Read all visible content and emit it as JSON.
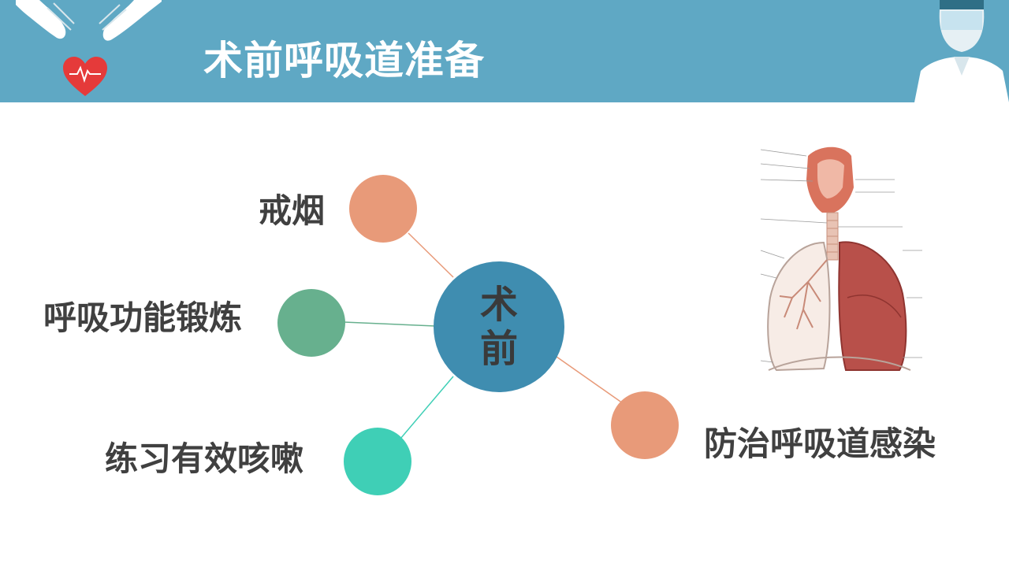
{
  "title": "术前呼吸道准备",
  "center": {
    "chars": [
      "术",
      "前"
    ]
  },
  "items": [
    {
      "label": "戒烟",
      "color": "#e89a79"
    },
    {
      "label": "呼吸功能锻炼",
      "color": "#67b08e"
    },
    {
      "label": "练习有效咳嗽",
      "color": "#3fcfb6"
    },
    {
      "label": "防治呼吸道感染",
      "color": "#e89a79"
    }
  ],
  "colors": {
    "header": "#5fa8c4",
    "center": "#3f8db0",
    "text": "#404040"
  },
  "icons": [
    "hands-icon",
    "heart-icon",
    "doctor-icon",
    "lungs-illustration"
  ]
}
